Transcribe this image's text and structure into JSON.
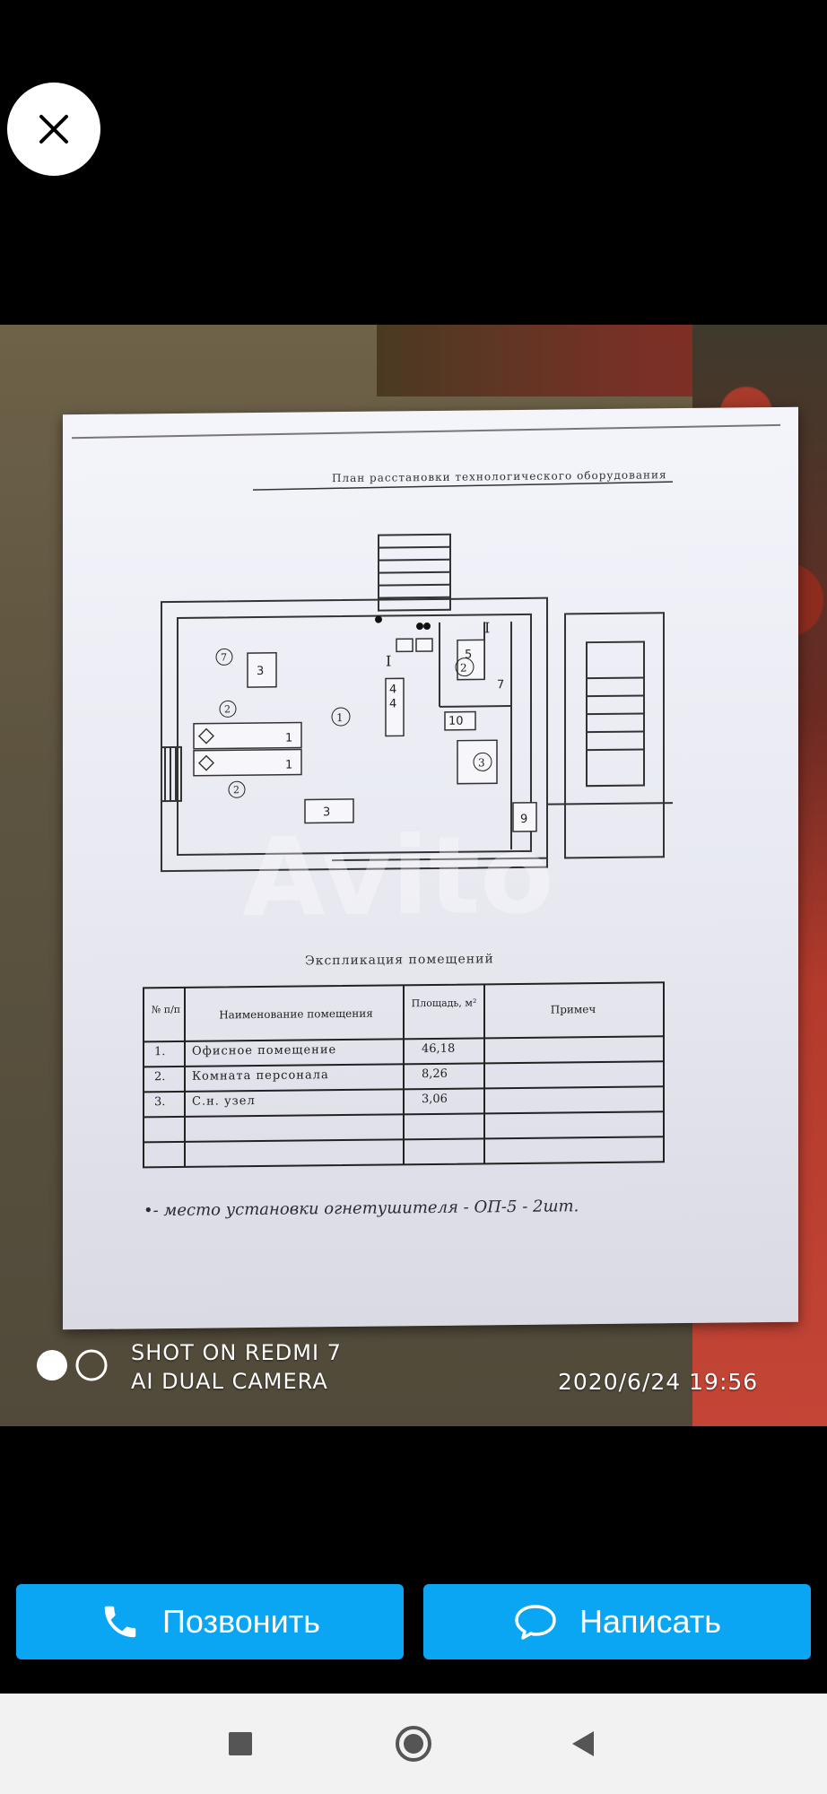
{
  "viewer": {
    "close_icon": "close-icon"
  },
  "document": {
    "title": "План расстановки технологического оборудования",
    "rooms": [
      {
        "label": "I"
      },
      {
        "label": "①"
      },
      {
        "label": "②"
      },
      {
        "label": "③"
      }
    ],
    "equipment_numbers": [
      "1",
      "1",
      "3",
      "3",
      "4",
      "5",
      "7",
      "9",
      "10"
    ],
    "table_title": "Экспликация помещений",
    "table_headers": [
      "№ п/п",
      "Наименование помещения",
      "Площадь, м²",
      "Примеч"
    ],
    "table_rows": [
      {
        "num": "1.",
        "name": "Офисное помещение",
        "area": "46,18",
        "note": ""
      },
      {
        "num": "2.",
        "name": "Комната персонала",
        "area": "8,26",
        "note": ""
      },
      {
        "num": "3.",
        "name": "С.н. узел",
        "area": "3,06",
        "note": ""
      }
    ],
    "handwritten_note": "•- место установки огнетушителя - ОП-5 - 2шт.",
    "watermark": "Avito"
  },
  "camera_overlay": {
    "brand_line1": "SHOT ON REDMI 7",
    "brand_line2": "AI DUAL CAMERA",
    "timestamp": "2020/6/24  19:56"
  },
  "actions": {
    "call_label": "Позвонить",
    "message_label": "Написать",
    "call_icon": "phone-icon",
    "message_icon": "chat-bubble-icon",
    "accent_color": "#0aa6f3"
  },
  "system_nav": {
    "recents_icon": "square-icon",
    "home_icon": "circle-icon",
    "back_icon": "triangle-back-icon"
  }
}
